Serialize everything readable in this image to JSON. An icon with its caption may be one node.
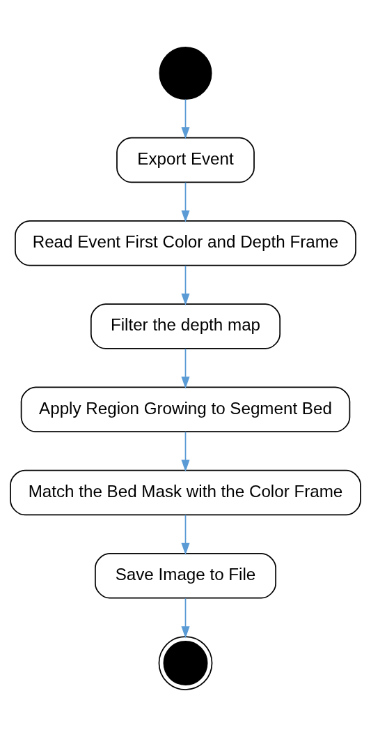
{
  "diagram": {
    "nodes": [
      {
        "text": [],
        "shape": "circle"
      },
      {
        "text": [
          "Export Event"
        ]
      },
      {
        "text": [
          "Read Event First Color and Depth Frame"
        ]
      },
      {
        "text": [
          "Filter the depth map"
        ]
      },
      {
        "text": [
          "Apply Region Growing to Segment Bed"
        ]
      },
      {
        "text": [
          "Match the Bed Mask with the Color Frame"
        ]
      },
      {
        "text": [
          "Save Image to File"
        ]
      },
      {
        "text": [],
        "shape": "circle"
      }
    ],
    "edges": [
      {
        "from": 0,
        "to": 1,
        "arrow": "to"
      },
      {
        "from": 1,
        "to": 2,
        "arrow": "to"
      },
      {
        "from": 2,
        "to": 3,
        "arrow": "to"
      },
      {
        "from": 3,
        "to": 4,
        "arrow": "to"
      },
      {
        "from": 4,
        "to": 5,
        "arrow": "to"
      },
      {
        "from": 5,
        "to": 6,
        "arrow": "to"
      },
      {
        "from": 6,
        "to": 7,
        "arrow": "to"
      }
    ]
  }
}
